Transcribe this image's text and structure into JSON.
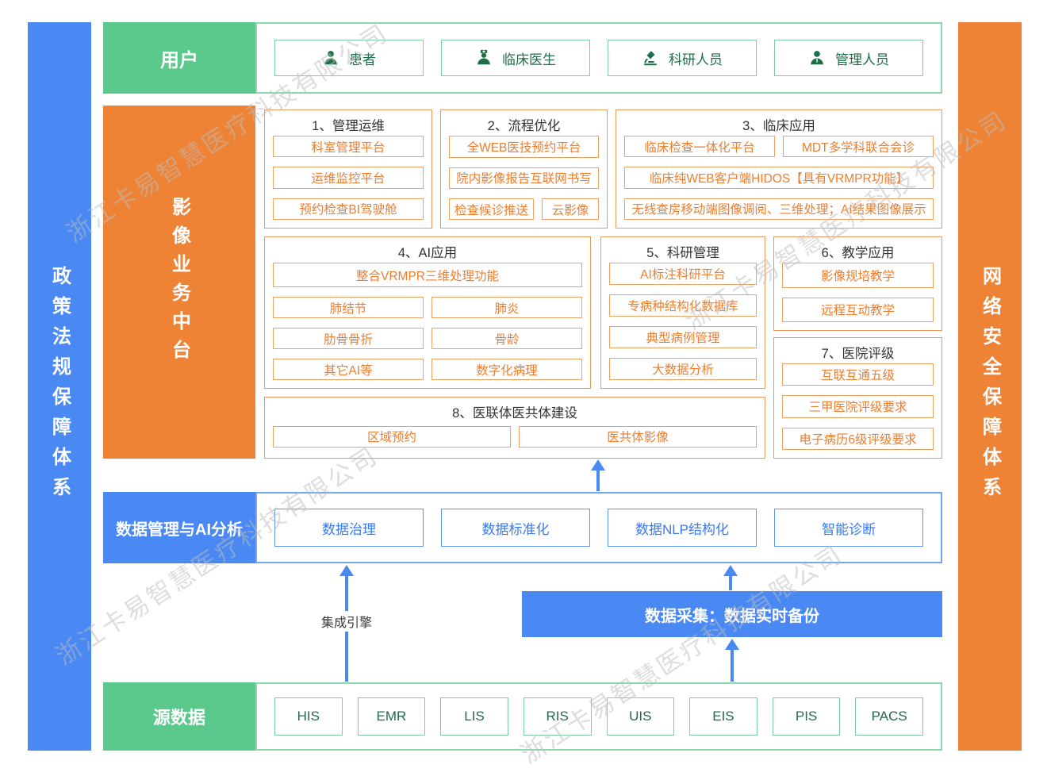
{
  "watermark": {
    "text": "浙江卡易智慧医疗科技有限公司"
  },
  "left_bar": {
    "label": "政策法规保障体系"
  },
  "right_bar": {
    "label": "网络安全保障体系"
  },
  "users_row": {
    "label": "用户",
    "items": [
      {
        "icon": "patient-icon",
        "label": "患者"
      },
      {
        "icon": "doctor-icon",
        "label": "临床医生"
      },
      {
        "icon": "microscope-icon",
        "label": "科研人员"
      },
      {
        "icon": "manager-icon",
        "label": "管理人员"
      }
    ]
  },
  "platform": {
    "label": "影像业务中台",
    "sections": [
      {
        "title": "1、管理运维",
        "items": [
          "科室管理平台",
          "运维监控平台",
          "预约检查BI驾驶舱"
        ]
      },
      {
        "title": "2、流程优化",
        "items": [
          "全WEB医技预约平台",
          "院内影像报告互联网书写",
          "检查候诊推送",
          "云影像"
        ]
      },
      {
        "title": "3、临床应用",
        "items": [
          "临床检查一体化平台",
          "MDT多学科联合会诊",
          "临床纯WEB客户端HIDOS【具有VRMPR功能】",
          "无线查房移动端图像调阅、三维处理；AI结果图像展示"
        ]
      },
      {
        "title": "4、AI应用",
        "items": [
          "整合VRMPR三维处理功能",
          "肺结节",
          "肺炎",
          "肋骨骨折",
          "骨龄",
          "其它AI等",
          "数字化病理"
        ]
      },
      {
        "title": "5、科研管理",
        "items": [
          "AI标注科研平台",
          "专病种结构化数据库",
          "典型病例管理",
          "大数据分析"
        ]
      },
      {
        "title": "6、教学应用",
        "items": [
          "影像规培教学",
          "远程互动教学"
        ]
      },
      {
        "title": "7、医院评级",
        "items": [
          "互联互通五级",
          "三甲医院评级要求",
          "电子病历6级评级要求"
        ]
      },
      {
        "title": "8、医联体医共体建设",
        "items": [
          "区域预约",
          "医共体影像"
        ]
      }
    ]
  },
  "data_mgmt": {
    "label": "数据管理与AI分析",
    "items": [
      "数据治理",
      "数据标准化",
      "数据NLP结构化",
      "智能诊断"
    ]
  },
  "flow": {
    "integration_engine_label": "集成引擎",
    "data_collection_label": "数据采集：数据实时备份"
  },
  "source_row": {
    "label": "源数据",
    "items": [
      "HIS",
      "EMR",
      "LIS",
      "RIS",
      "UIS",
      "EIS",
      "PIS",
      "PACS"
    ]
  },
  "colors": {
    "blue": "#4a89f4",
    "orange": "#ee8336",
    "green": "#5cc98c",
    "orange_item_text": "#ee7e2e",
    "blue_item_text": "#3a79f2",
    "green_item_text": "#1e6f47",
    "section_title_text": "#333333",
    "watermark_gray": "#bdbdbd"
  }
}
